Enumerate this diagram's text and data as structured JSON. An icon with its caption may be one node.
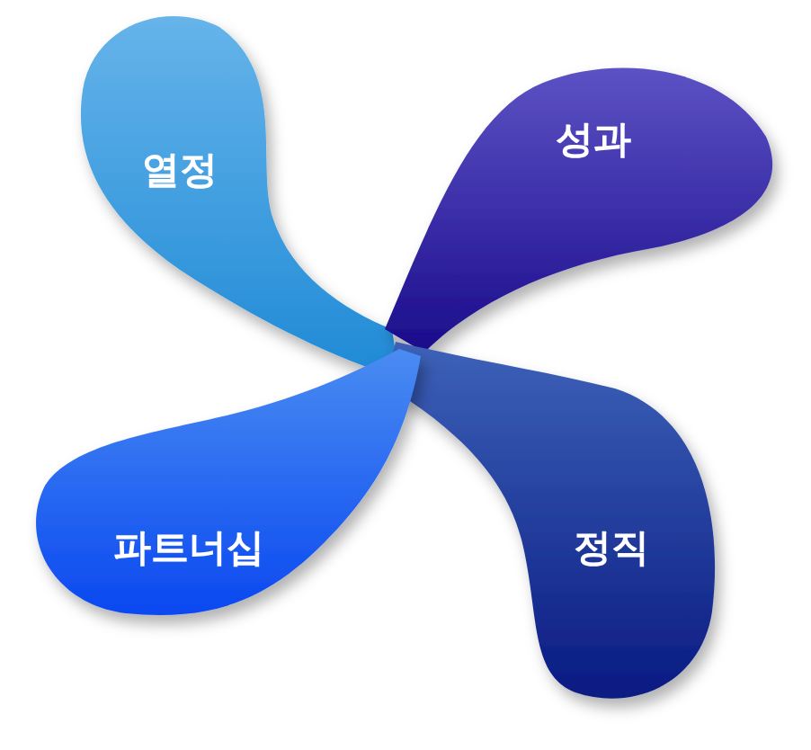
{
  "diagram": {
    "nodes": [
      {
        "text": [
          "열정"
        ]
      },
      {
        "text": [
          "성과"
        ]
      },
      {
        "text": [
          "정직"
        ]
      },
      {
        "text": [
          "파트너십"
        ]
      }
    ]
  }
}
